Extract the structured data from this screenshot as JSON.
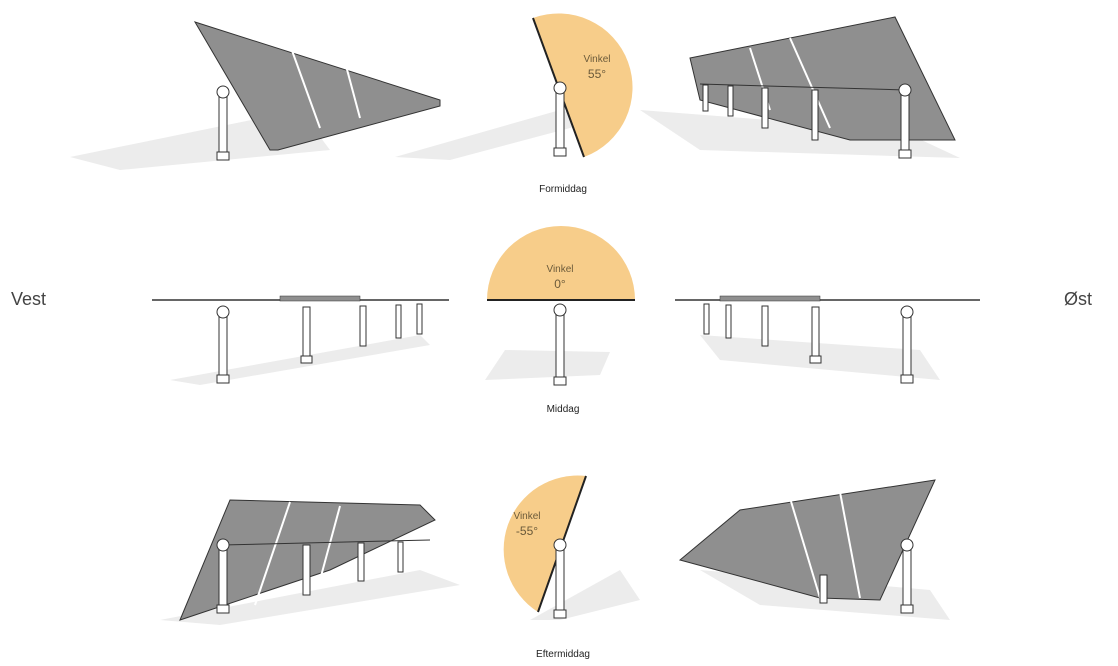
{
  "directions": {
    "west": "Vest",
    "east": "Øst"
  },
  "rows": [
    {
      "caption": "Formiddag",
      "angle_label": "Vinkel",
      "angle_value": "55°",
      "angle_deg": 55
    },
    {
      "caption": "Middag",
      "angle_label": "Vinkel",
      "angle_value": "0°",
      "angle_deg": 0
    },
    {
      "caption": "Eftermiddag",
      "angle_label": "Vinkel",
      "angle_value": "-55°",
      "angle_deg": -55
    }
  ],
  "colors": {
    "angle_fill": "#f7cd8a",
    "panel": "#8f8f8f",
    "panel_dark": "#6f6f6f",
    "shadow": "#ececec",
    "line": "#333333"
  }
}
